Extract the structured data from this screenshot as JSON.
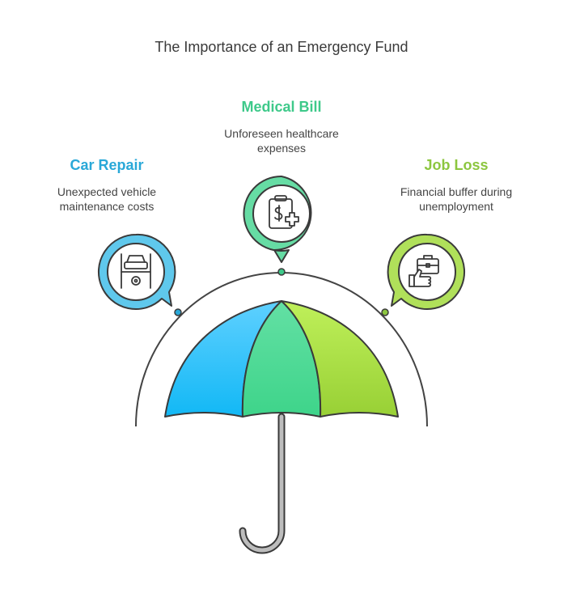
{
  "title": "The Importance of an Emergency Fund",
  "colors": {
    "car": "#29a8d8",
    "medical": "#3ec98a",
    "job": "#8cc63f"
  },
  "items": [
    {
      "heading": "Car Repair",
      "description": "Unexpected vehicle maintenance costs",
      "icon": "car-lift-gear-icon"
    },
    {
      "heading": "Medical Bill",
      "description": "Unforeseen healthcare expenses",
      "icon": "clipboard-dollar-cross-icon"
    },
    {
      "heading": "Job Loss",
      "description": "Financial buffer during unemployment",
      "icon": "briefcase-thumbs-up-icon"
    }
  ]
}
